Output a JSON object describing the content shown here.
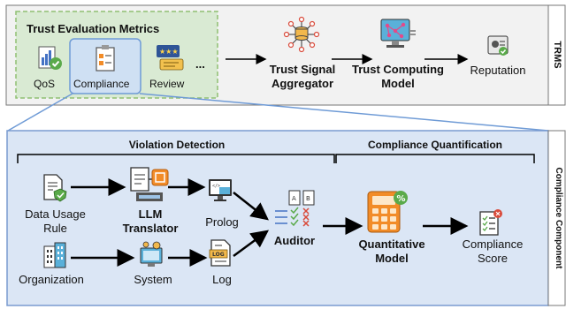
{
  "trms": {
    "side_label": "TRMS",
    "metrics_box": {
      "title": "Trust Evaluation Metrics",
      "items": [
        {
          "label": "QoS",
          "icon": "chart-check-icon"
        },
        {
          "label": "Compliance",
          "icon": "clipboard-icon"
        },
        {
          "label": "Review",
          "icon": "review-chat-icon"
        }
      ],
      "ellipsis": "..."
    },
    "flow": [
      {
        "label_line1": "Trust Signal",
        "label_line2": "Aggregator",
        "icon": "aggregator-icon"
      },
      {
        "label_line1": "Trust Computing",
        "label_line2": "Model",
        "icon": "monitor-network-icon"
      },
      {
        "label": "Reputation",
        "icon": "badge-icon"
      }
    ]
  },
  "compliance": {
    "side_label": "Compliance Component",
    "violation_header": "Violation Detection",
    "quant_header": "Compliance Quantification",
    "inputs": [
      {
        "line1": "Data Usage",
        "line2": "Rule",
        "icon": "document-shield-icon"
      },
      {
        "line1": "Organization",
        "icon": "building-icon"
      }
    ],
    "llm": {
      "line1": "LLM",
      "line2": "Translator",
      "icon": "llm-icon"
    },
    "system": {
      "label": "System",
      "icon": "system-icon"
    },
    "prolog": {
      "label": "Prolog",
      "icon": "code-monitor-icon"
    },
    "log": {
      "label": "Log",
      "icon": "log-file-icon"
    },
    "auditor": {
      "label": "Auditor",
      "icon": "auditor-icon"
    },
    "quant_model": {
      "line1": "Quantitative",
      "line2": "Model",
      "icon": "calculator-icon"
    },
    "score": {
      "line1": "Compliance",
      "line2": "Score",
      "icon": "checklist-icon"
    }
  },
  "colors": {
    "green_fill": "#d9ead3",
    "green_border": "#8fbf72",
    "blue_fill": "#dbe6f5",
    "blue_border": "#7a9bd0",
    "gray_fill": "#f2f2f2",
    "orange": "#f28c28"
  }
}
